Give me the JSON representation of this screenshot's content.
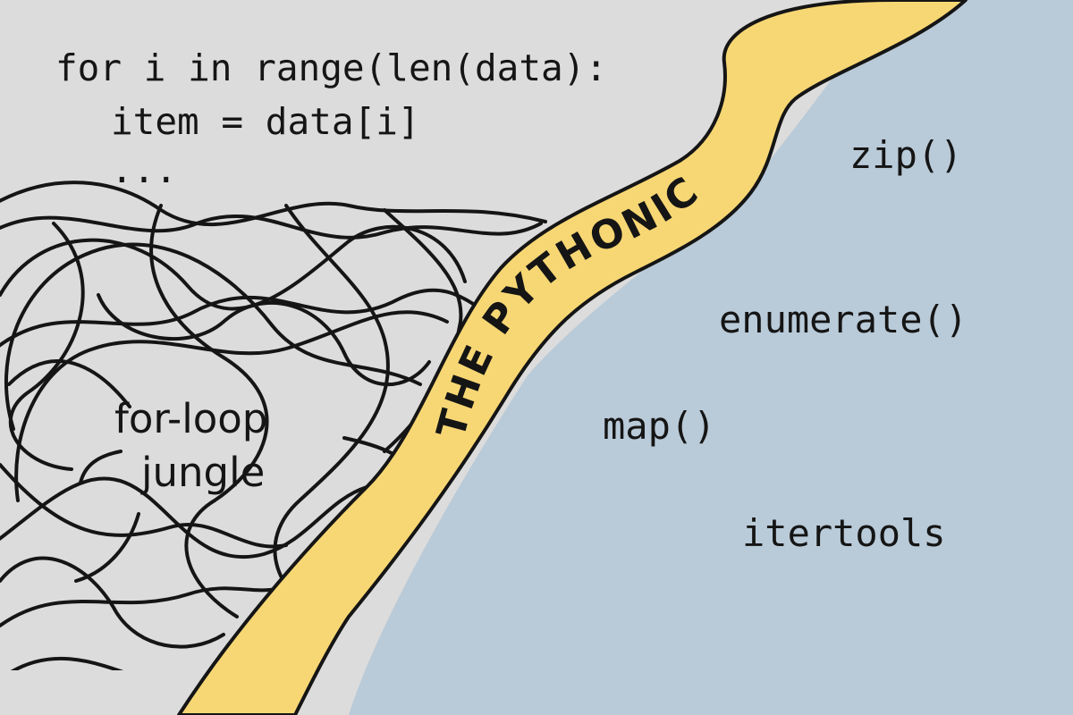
{
  "code": {
    "line1": "for i in range(len(data):",
    "line2": "item = data[i]",
    "line3": "..."
  },
  "jungle": {
    "line1": "for-loop",
    "line2": "jungle"
  },
  "path": {
    "title": "THE PYTHONIC"
  },
  "tools": {
    "zip": "zip()",
    "enumerate": "enumerate()",
    "map": "map()",
    "itertools": "itertools"
  },
  "colors": {
    "left_background": "#dcdcdc",
    "right_background": "#b9cad8",
    "path_fill": "#f7d774",
    "outline": "#151515"
  }
}
